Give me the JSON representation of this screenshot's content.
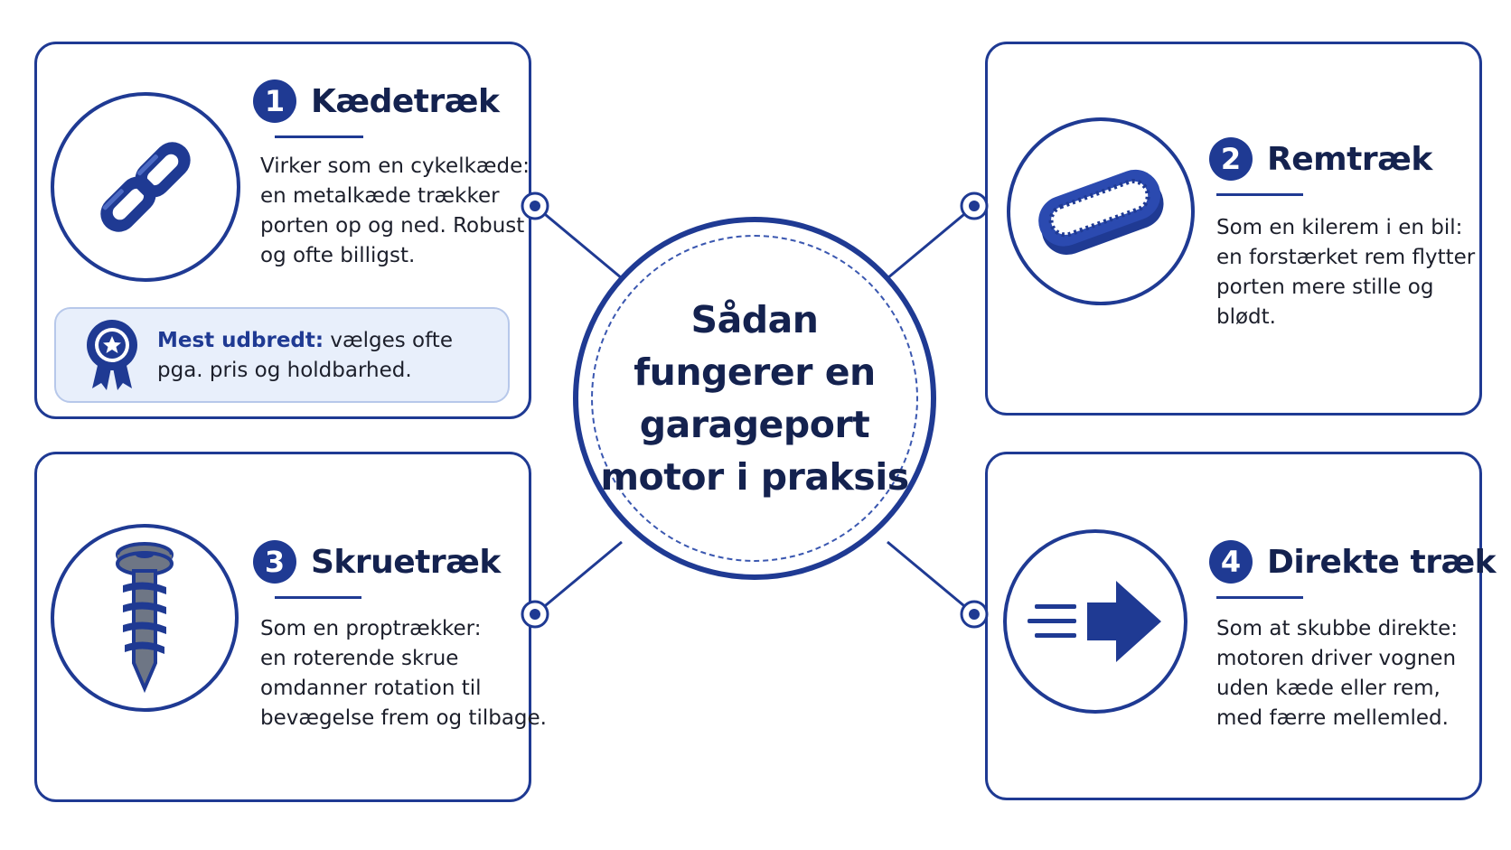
{
  "center": {
    "title_lines": [
      "Sådan",
      "fungerer en",
      "garageport",
      "motor i praksis"
    ]
  },
  "cards": [
    {
      "number": "1",
      "title": "Kædetræk",
      "icon": "chain-icon",
      "lines": [
        "Virker som en cykelkæde:",
        "en metalkæde trækker",
        "porten op og ned. Robust",
        "og ofte billigst."
      ],
      "highlight": {
        "icon": "award-ribbon-icon",
        "strong": "Mest udbredt:",
        "rest": " vælges ofte",
        "line2": "pga. pris og holdbarhed."
      }
    },
    {
      "number": "2",
      "title": "Remtræk",
      "icon": "belt-icon",
      "lines": [
        "Som en kilerem i en bil:",
        "en forstærket rem flytter",
        "porten mere stille og",
        "blødt."
      ]
    },
    {
      "number": "3",
      "title": "Skruetræk",
      "icon": "screw-icon",
      "lines": [
        "Som en proptrækker:",
        "en roterende skrue",
        "omdanner rotation til",
        "bevægelse frem og tilbage."
      ]
    },
    {
      "number": "4",
      "title": "Direkte træk",
      "icon": "arrow-right-icon",
      "lines": [
        "Som at skubbe direkte:",
        "motoren driver vognen",
        "uden kæde eller rem,",
        "med færre mellemled."
      ]
    }
  ],
  "colors": {
    "primary": "#1f3a93",
    "title_text": "#14224f",
    "highlight_bg": "#e8effb"
  }
}
